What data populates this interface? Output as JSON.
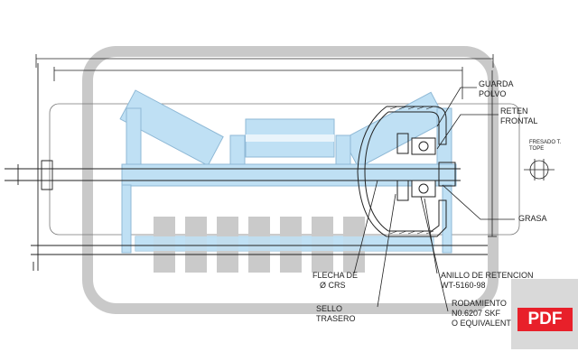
{
  "labels": {
    "guarda_polvo": [
      "GUARDA",
      "POLVO"
    ],
    "reten_frontal": [
      "RETEN",
      "FRONTAL"
    ],
    "fresado": [
      "FRESADO T.",
      "TOPE"
    ],
    "grasa": "GRASA",
    "flecha": [
      "FLECHA DE",
      "Ø CRS"
    ],
    "anillo": [
      "ANILLO DE RETENCION",
      "WT-5160-98"
    ],
    "sello": [
      "SELLO",
      "TRASERO"
    ],
    "rodamiento": [
      "RODAMIENTO",
      "N0.6207 SKF",
      "O EQUIVALENTE"
    ]
  },
  "badge": {
    "text": "PDF"
  },
  "colors": {
    "roller_blue": "#bfe0f4",
    "roller_dark": "#5b8fb3",
    "frame_gray": "#c8c8c8",
    "pdf_red": "#e8202a",
    "line": "#333333"
  }
}
